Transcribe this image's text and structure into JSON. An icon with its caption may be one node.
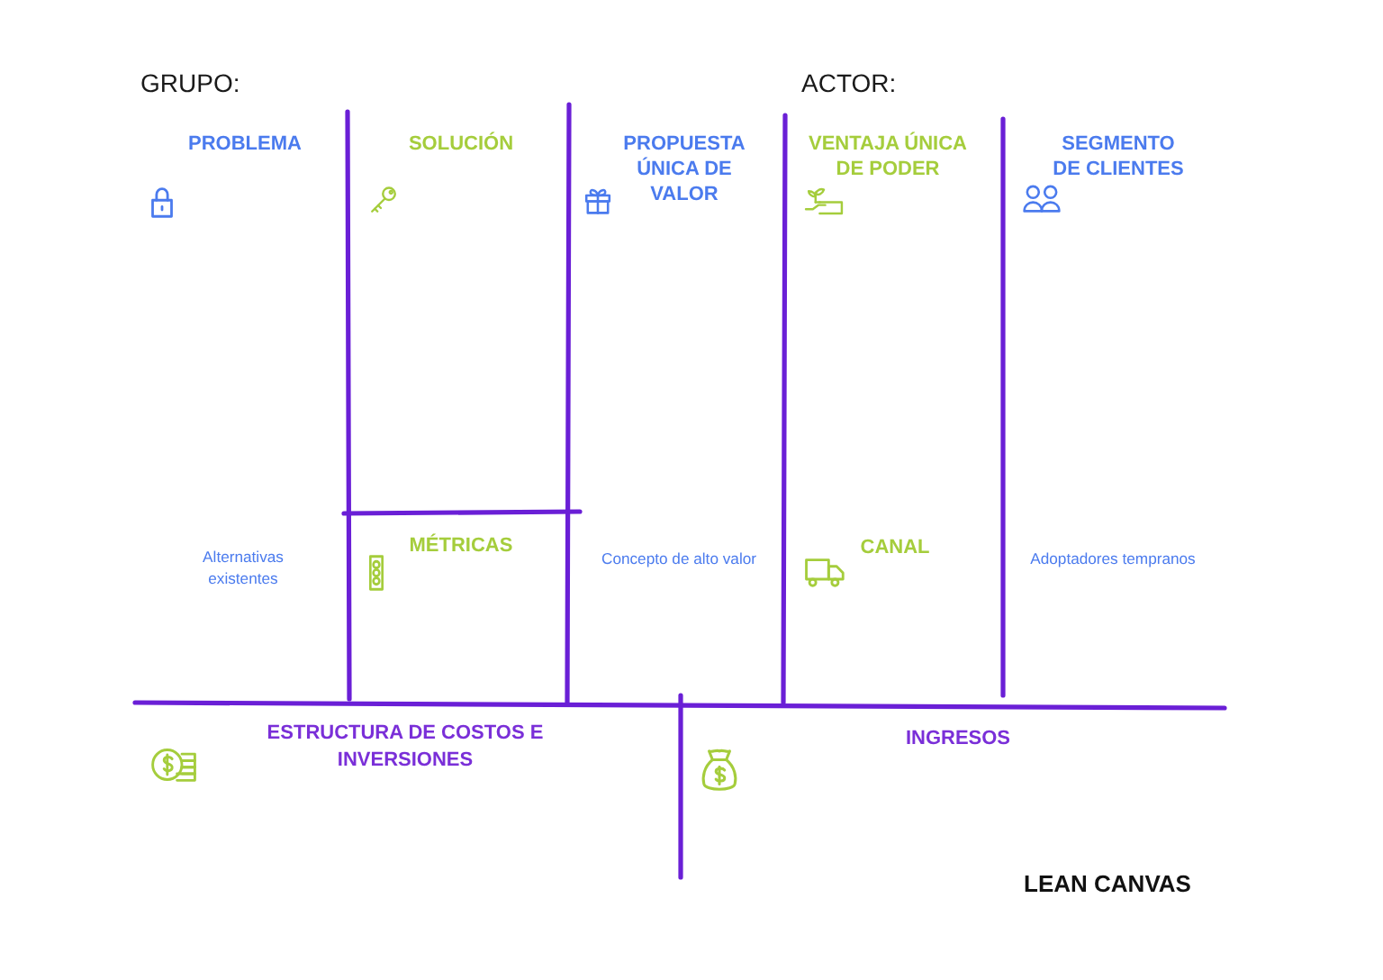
{
  "diagram": {
    "title": "LEAN CANVAS",
    "labels": [
      "GRUPO:",
      "ACTOR:",
      "PROBLEMA",
      "SOLUCIÓN",
      "PROPUESTA ÚNICA DE VALOR",
      "VENTAJA ÚNICA DE PODER",
      "SEGMENTO DE CLIENTES",
      "Alternativas existentes",
      "MÉTRICAS",
      "Concepto de alto valor",
      "CANAL",
      "Adoptadores tempranos",
      "ESTRUCTURA DE COSTOS E INVERSIONES",
      "INGRESOS"
    ]
  }
}
